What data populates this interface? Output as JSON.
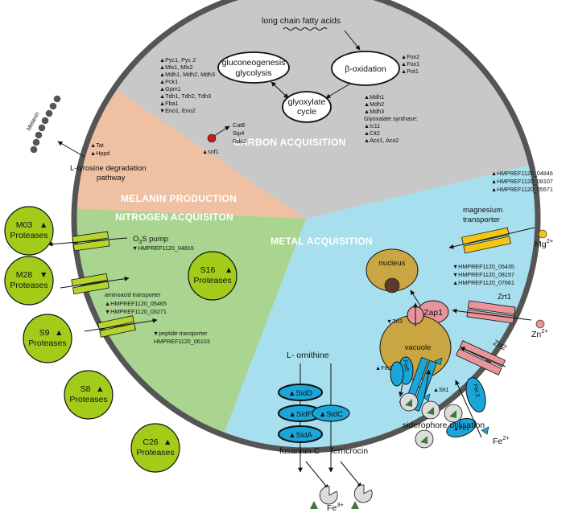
{
  "sections": {
    "carbon": "CARBON ACQUISITION",
    "melanin": "MELANIN PRODUCTION",
    "nitrogen": "NITROGEN ACQUISITON",
    "metal": "METAL ACQUISITION"
  },
  "colors": {
    "carbon": "#c8c8c8",
    "melanin": "#efc0a2",
    "nitrogen": "#a9d590",
    "metal": "#a8dfee",
    "rim": "#555555",
    "protease": "#a3cc1a",
    "pump": "#b6d42e",
    "zap": "#e8949a",
    "vacuole": "#c9a642",
    "blue": "#1aa6d8"
  },
  "carbon": {
    "lcfa": "long chain fatty acids",
    "gluco1": "gluconeogenesis",
    "gluco2": "glycolysis",
    "beta": "β-oxidation",
    "glyox1": "glyoxylate",
    "glyox2": "cycle",
    "genes_left": [
      "Pyc1, Pyc 2",
      "Mls1, Mls2",
      "Mdh1, Mdh2, Mdh3",
      "Pck1",
      "Gpm1",
      "Tdh1, Tdh2, Tdh3",
      "Fba1",
      "Eno1, Eno2"
    ],
    "genes_right_top": [
      "Fox2",
      "Fox1",
      "Pot1"
    ],
    "genes_right_bottom": [
      "Mdh1",
      "Mdh2",
      "Mdh3",
      "Glyoxalate synthase:",
      "Ic11",
      "Cit2",
      "Aco1, Aco2"
    ],
    "cat": [
      "Cat8",
      "Sip4",
      "Rds2"
    ],
    "snf": "snf1"
  },
  "melanin": {
    "label": "Melanin",
    "genes": [
      "Tat",
      "Hppd"
    ],
    "path1": "L-tyrosine degradation",
    "path2": "pathway"
  },
  "nitrogen": {
    "o3s": "O3S pump",
    "o3s_gene": "HMPREF1120_04816",
    "aa": "aminoacid  transporter",
    "aa_genes": [
      "HMPREF1120_05465",
      "HMPREF1120_03271"
    ],
    "pep": "peptide transporter",
    "pep_gene": "HMPREF1120_06103",
    "s16": "S16",
    "proteases": "Proteases"
  },
  "outer_proteases": [
    "M03",
    "M28",
    "S9",
    "S8",
    "C26"
  ],
  "metal": {
    "mg_genes": [
      "HMPREF1120_04846",
      "HMPREF1120_08107",
      "HMPREF1120_05571"
    ],
    "mg_label1": "magnesium",
    "mg_label2": "transporter",
    "mg_ion": "Mg",
    "mg_charge": "2+",
    "zn_genes": [
      "HMPREF1120_05435",
      "HMPREF1120_08157",
      "HMPREF1120_07661"
    ],
    "nucleus": "nucleus",
    "zap1": "Zap1",
    "zrt1": "Zrt1",
    "zrt2": "Zrt2",
    "zrt3": "Zrt3",
    "zn_ion": "Zn",
    "zn_charge": "2+",
    "vacuole": "vacuole",
    "fth1": "Fth1",
    "fet5": "Fet5",
    "fet3": "Fet 3",
    "ftr1": "Ftr1",
    "fe_ion": "Fe",
    "fe_charge": "2+",
    "ornithine": "L- ornithine",
    "sids": [
      "SidD",
      "SidF",
      "SidA"
    ],
    "sidc": "SidC",
    "fusarinin": "fusarinin C",
    "ferricrocin": "ferricrocin",
    "sit1": "Sit1",
    "sidero": "siderophore utilisation",
    "fe3_ion": "Fe",
    "fe3_charge": "3+"
  }
}
